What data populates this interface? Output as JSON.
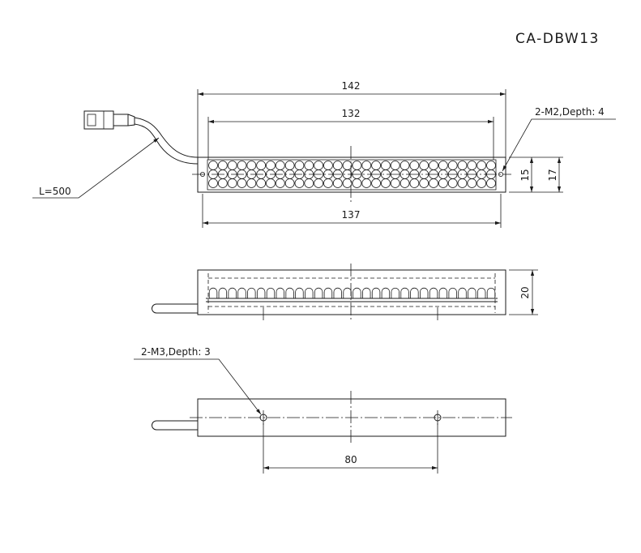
{
  "title": "CA-DBW13",
  "top_view": {
    "dim_overall_length": "142",
    "dim_led_length": "132",
    "dim_hole_pitch": "137",
    "dim_led_width": "15",
    "dim_overall_width": "17",
    "hole_callout": "2-M2,Depth: 4",
    "cable_length": "L=500"
  },
  "side_view": {
    "dim_height": "20"
  },
  "bottom_view": {
    "dim_hole_spacing": "80",
    "hole_callout": "2-M3,Depth: 3"
  }
}
